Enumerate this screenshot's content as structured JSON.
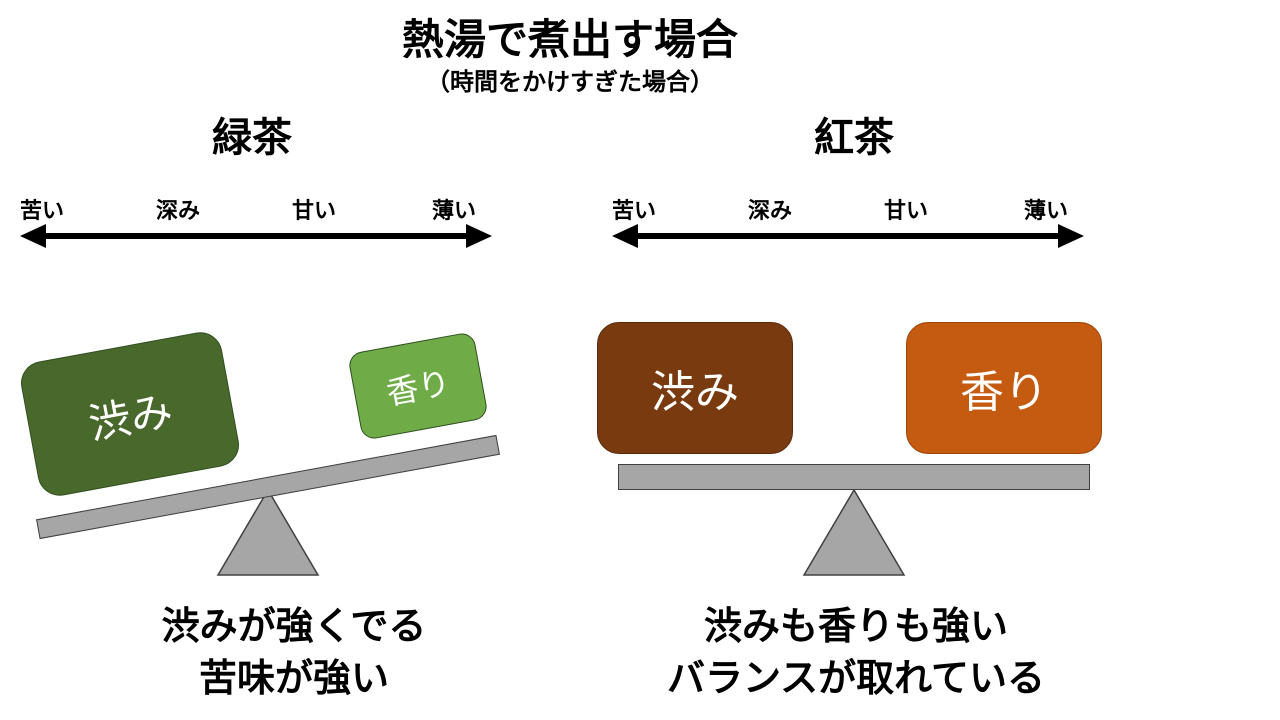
{
  "title": "熱湯で煮出す場合",
  "subtitle": "（時間をかけすぎた場合）",
  "left": {
    "heading": "緑茶",
    "axis": [
      "苦い",
      "深み",
      "甘い",
      "薄い"
    ],
    "heavy_block": "渋み",
    "light_block": "香り",
    "caption_line1": "渋みが強くでる",
    "caption_line2": "苦味が強い",
    "colors": {
      "heavy": "#48682c",
      "light": "#6fac47"
    }
  },
  "right": {
    "heading": "紅茶",
    "axis": [
      "苦い",
      "深み",
      "甘い",
      "薄い"
    ],
    "left_block": "渋み",
    "right_block": "香り",
    "caption_line1": "渋みも香りも強い",
    "caption_line2": "バランスが取れている",
    "colors": {
      "left": "#7a3a0f",
      "right": "#c55a11"
    }
  }
}
